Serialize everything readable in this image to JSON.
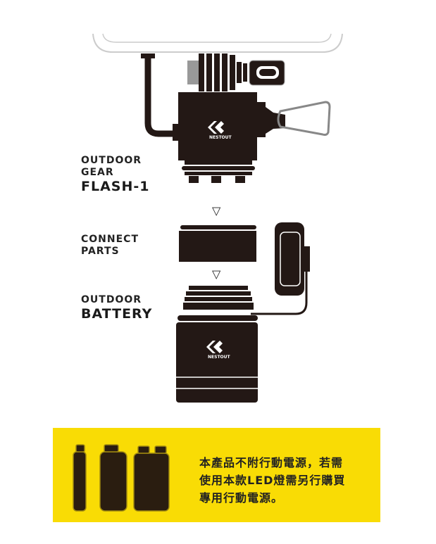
{
  "labels": {
    "gear": {
      "line1": "OUTDOOR",
      "line2": "GEAR",
      "name": "FLASH-1"
    },
    "connect": {
      "line1": "CONNECT",
      "line2": "PARTS"
    },
    "battery": {
      "line1": "OUTDOOR",
      "name": "BATTERY"
    }
  },
  "arrows": [
    "▽",
    "▽"
  ],
  "brand": "NESTOUT",
  "notice": {
    "lines": [
      "本產品不附行動電源，若需",
      "使用本款LED燈需另行購買",
      "專用行動電源。"
    ]
  },
  "colors": {
    "accent": "#f9dc05",
    "product": "#231815"
  }
}
